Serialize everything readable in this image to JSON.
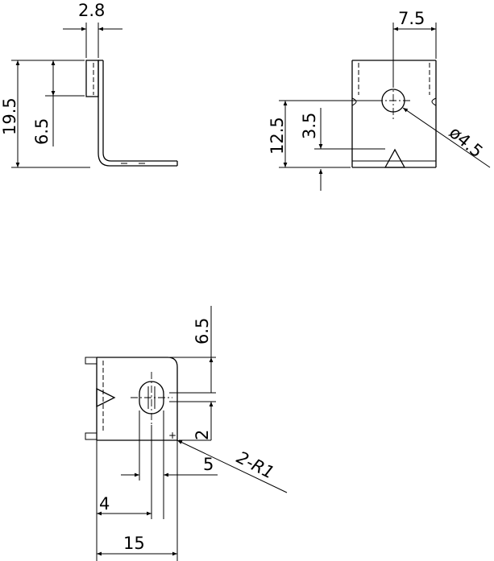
{
  "dimensions": {
    "thickness": "2.8",
    "height_total": "19.5",
    "height_upper": "6.5",
    "hole_offset_x": "7.5",
    "height_front": "12.5",
    "hole_height": "3.5",
    "hole_diameter": "ø4.5",
    "top_height": "6.5",
    "corner_radius": "2-R1",
    "slot_offset_y": "2",
    "slot_width": "5",
    "slot_offset_x": "4",
    "width_total": "15"
  }
}
